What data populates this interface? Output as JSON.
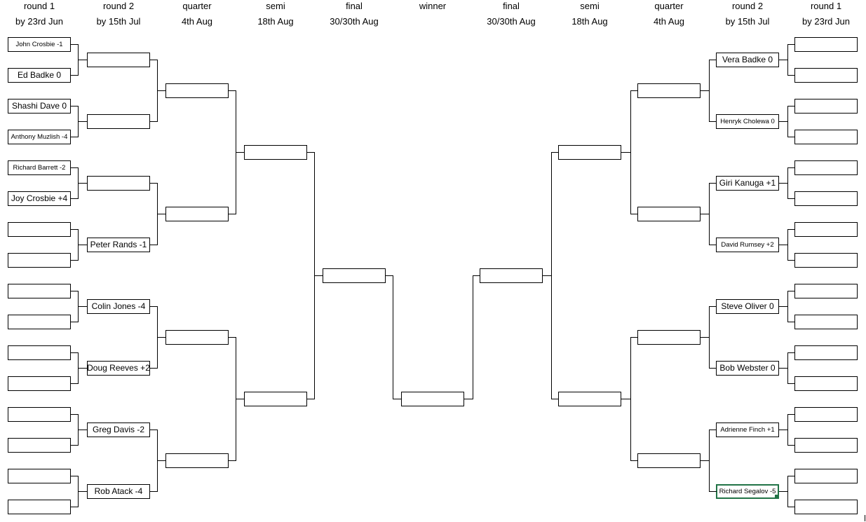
{
  "columns": [
    {
      "id": "l1",
      "label": "round 1",
      "date": "by 23rd Jun"
    },
    {
      "id": "l2",
      "label": "round 2",
      "date": "by 15th Jul"
    },
    {
      "id": "l3",
      "label": "quarter",
      "date": "4th Aug"
    },
    {
      "id": "l4",
      "label": "semi",
      "date": "18th Aug"
    },
    {
      "id": "l5",
      "label": "final",
      "date": "30/30th Aug"
    },
    {
      "id": "w",
      "label": "winner",
      "date": ""
    },
    {
      "id": "r5",
      "label": "final",
      "date": "30/30th Aug"
    },
    {
      "id": "r4",
      "label": "semi",
      "date": "18th Aug"
    },
    {
      "id": "r3",
      "label": "quarter",
      "date": "4th Aug"
    },
    {
      "id": "r2",
      "label": "round 2",
      "date": "by 15th Jul"
    },
    {
      "id": "r1",
      "label": "round 1",
      "date": "by 23rd Jun"
    }
  ],
  "left": {
    "round1": [
      "John Crosbie -1",
      "Ed Badke 0",
      "Shashi Dave 0",
      "Anthony Muzlish -4",
      "Richard Barrett -2",
      "Joy Crosbie +4",
      "",
      "",
      "",
      "",
      "",
      "",
      "",
      "",
      "",
      ""
    ],
    "round2": [
      "",
      "",
      "",
      "Peter Rands -1",
      "Colin Jones -4",
      "Doug Reeves +2",
      "Greg Davis -2",
      "Rob Atack -4"
    ],
    "quarter": [
      "",
      "",
      "",
      ""
    ],
    "semi": [
      "",
      ""
    ],
    "final": [
      ""
    ]
  },
  "winner": "",
  "right": {
    "round1": [
      "",
      "",
      "",
      "",
      "",
      "",
      "",
      "",
      "",
      "",
      "",
      "",
      "",
      "",
      "",
      ""
    ],
    "round2": [
      "Vera Badke 0",
      "Henryk Cholewa 0",
      "Giri Kanuga +1",
      "David Rumsey +2",
      "Steve Oliver 0",
      "Bob Webster 0",
      "Adrienne Finch +1",
      "Richard Segalov -5"
    ],
    "quarter": [
      "",
      "",
      "",
      ""
    ],
    "semi": [
      "",
      ""
    ],
    "final": [
      ""
    ]
  }
}
